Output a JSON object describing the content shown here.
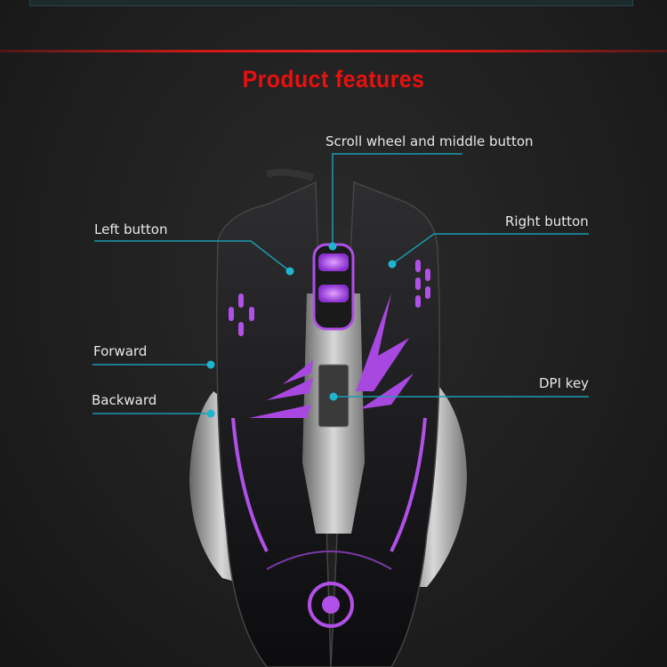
{
  "title": "Product features",
  "callouts": {
    "scroll": "Scroll wheel and middle button",
    "left": "Left button",
    "right": "Right button",
    "forward": "Forward",
    "backward": "Backward",
    "dpi": "DPI key"
  },
  "colors": {
    "title": "#e81010",
    "callout_line": "#1a9ab0",
    "callout_dot": "#1fb5d0",
    "led": "#b050e8"
  }
}
